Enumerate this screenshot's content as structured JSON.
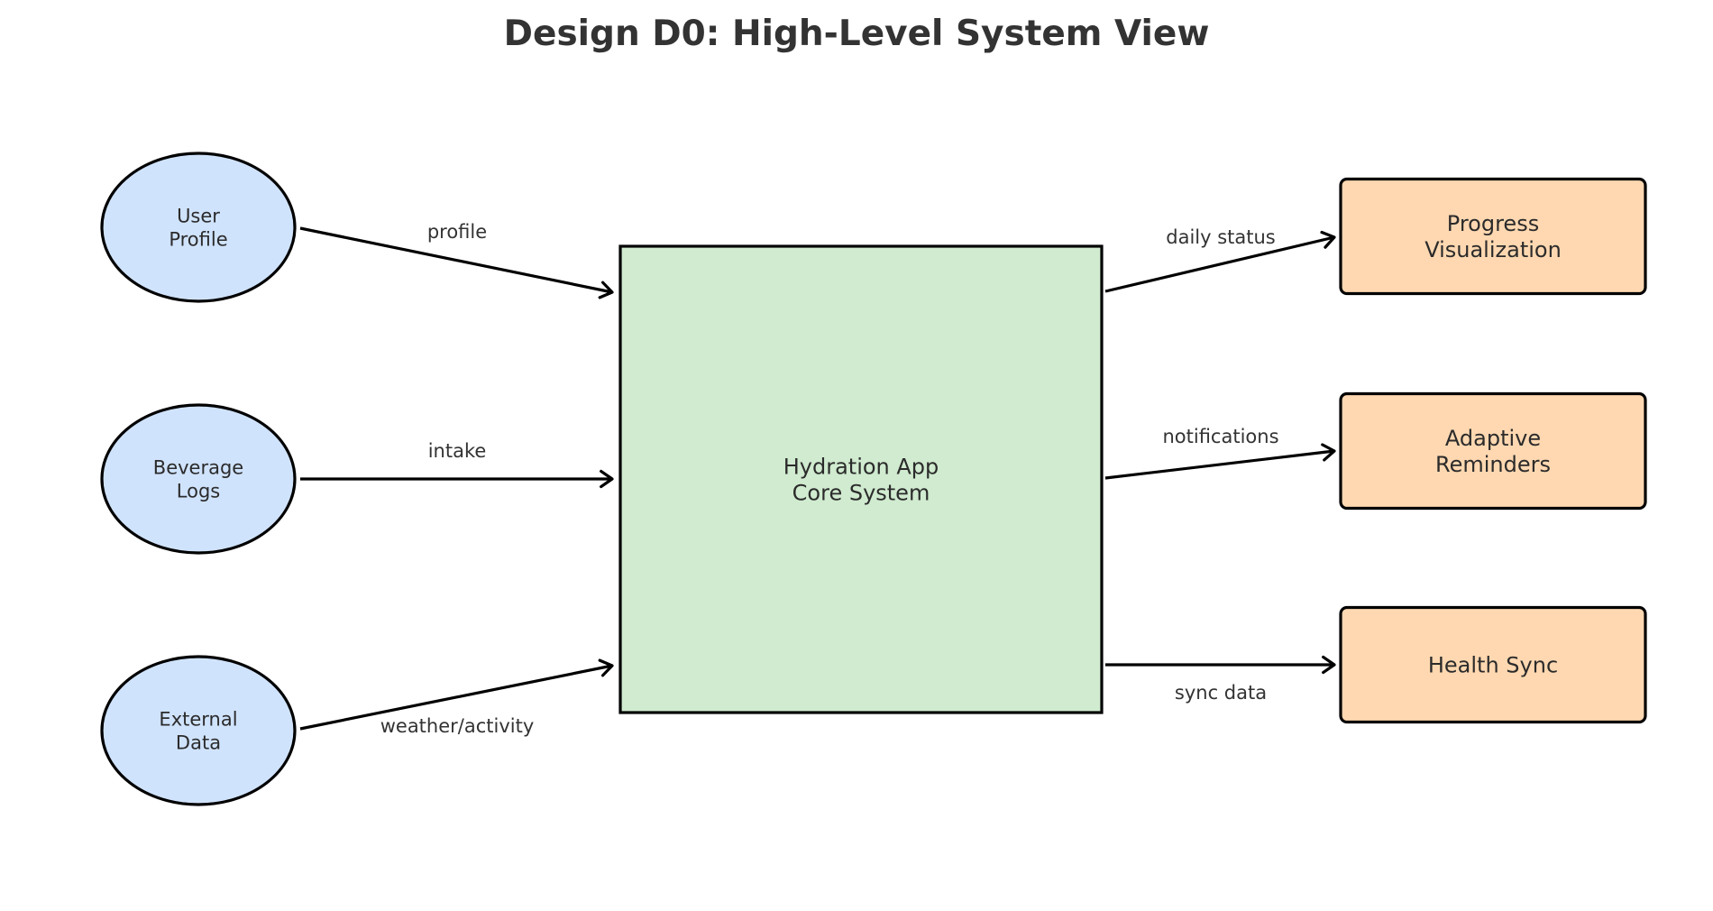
{
  "title": "Design D0: High-Level System View",
  "colors": {
    "input_fill": "#d0e3fd",
    "core_fill": "#d0ebcf",
    "output_fill": "#ffd8b1",
    "stroke": "#000000",
    "text": "#333333"
  },
  "inputs": [
    {
      "id": "user-profile",
      "lines": [
        "User",
        "Profile"
      ]
    },
    {
      "id": "beverage-logs",
      "lines": [
        "Beverage",
        "Logs"
      ]
    },
    {
      "id": "external-data",
      "lines": [
        "External",
        "Data"
      ]
    }
  ],
  "core": {
    "id": "core-system",
    "lines": [
      "Hydration App",
      "Core System"
    ]
  },
  "outputs": [
    {
      "id": "progress-visualization",
      "lines": [
        "Progress",
        "Visualization"
      ]
    },
    {
      "id": "adaptive-reminders",
      "lines": [
        "Adaptive",
        "Reminders"
      ]
    },
    {
      "id": "health-sync",
      "lines": [
        "Health Sync"
      ]
    }
  ],
  "edges": [
    {
      "from": "user-profile",
      "to": "core-system",
      "label": "profile"
    },
    {
      "from": "beverage-logs",
      "to": "core-system",
      "label": "intake"
    },
    {
      "from": "external-data",
      "to": "core-system",
      "label": "weather/activity"
    },
    {
      "from": "core-system",
      "to": "progress-visualization",
      "label": "daily status"
    },
    {
      "from": "core-system",
      "to": "adaptive-reminders",
      "label": "notifications"
    },
    {
      "from": "core-system",
      "to": "health-sync",
      "label": "sync data"
    }
  ]
}
